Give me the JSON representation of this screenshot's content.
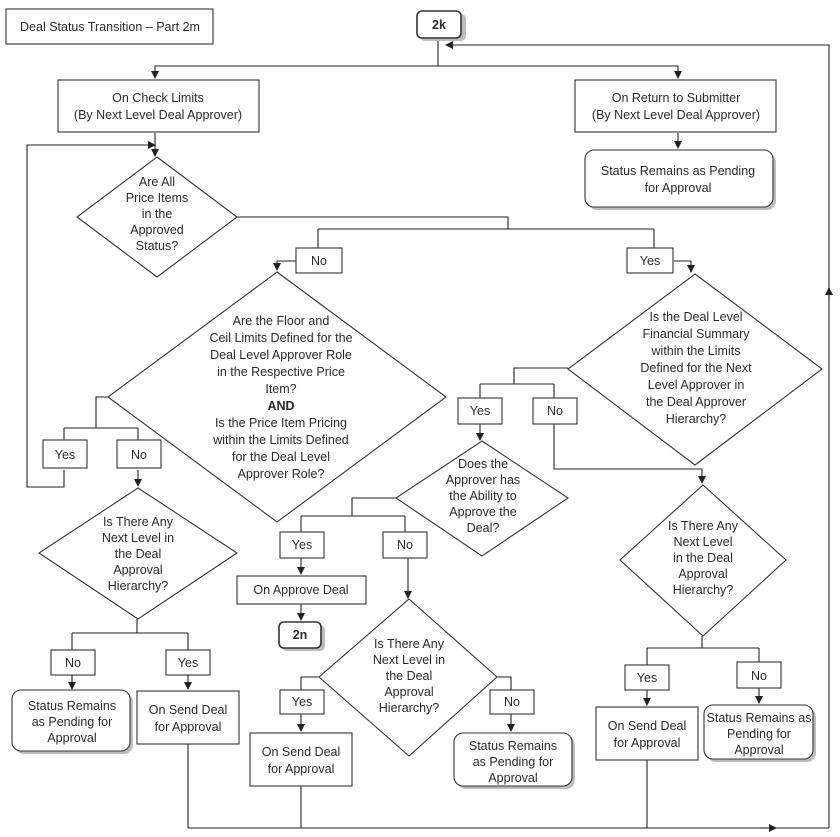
{
  "title": "Deal Status Transition – Part 2m",
  "connectors": {
    "start": "2k",
    "end": "2n"
  },
  "nodes": {
    "check_limits": [
      "On Check Limits",
      "(By Next Level Deal Approver)"
    ],
    "return_submitter": [
      "On Return to Submitter",
      "(By Next Level Deal Approver)"
    ],
    "status_pending_top": [
      "Status Remains as Pending",
      "for Approval"
    ],
    "q_price_items": [
      "Are All",
      "Price Items",
      "in the",
      "Approved",
      "Status?"
    ],
    "q_floor_ceil": [
      "Are the Floor and",
      "Ceil Limits Defined for the",
      "Deal Level Approver Role",
      "in the Respective Price",
      "Item?",
      "AND",
      "Is the Price Item Pricing",
      "within the Limits Defined",
      "for the Deal Level",
      "Approver Role?"
    ],
    "q_financial_summary": [
      "Is the Deal Level",
      "Financial Summary",
      "within the Limits",
      "Defined for the Next",
      "Level Approver in",
      "the Deal Approver",
      "Hierarchy?"
    ],
    "q_ability": [
      "Does the",
      "Approver has",
      "the Ability to",
      "Approve the",
      "Deal?"
    ],
    "q_next_level_left": [
      "Is There Any",
      "Next Level in",
      "the Deal",
      "Approval",
      "Hierarchy?"
    ],
    "q_next_level_mid": [
      "Is There Any",
      "Next Level in",
      "the Deal",
      "Approval",
      "Hierarchy?"
    ],
    "q_next_level_right": [
      "Is There Any",
      "Next Level",
      "in the Deal",
      "Approval",
      "Hierarchy?"
    ],
    "approve_deal": [
      "On Approve Deal"
    ],
    "status_pending_left": [
      "Status Remains",
      "as Pending for",
      "Approval"
    ],
    "send_deal_left": [
      "On Send Deal",
      "for Approval"
    ],
    "send_deal_mid": [
      "On Send Deal",
      "for Approval"
    ],
    "status_pending_mid": [
      "Status Remains",
      "as Pending for",
      "Approval"
    ],
    "send_deal_right": [
      "On Send Deal",
      "for Approval"
    ],
    "status_pending_right": [
      "Status Remains as",
      "Pending for",
      "Approval"
    ]
  },
  "labels": {
    "no": "No",
    "yes": "Yes",
    "and": "AND"
  }
}
